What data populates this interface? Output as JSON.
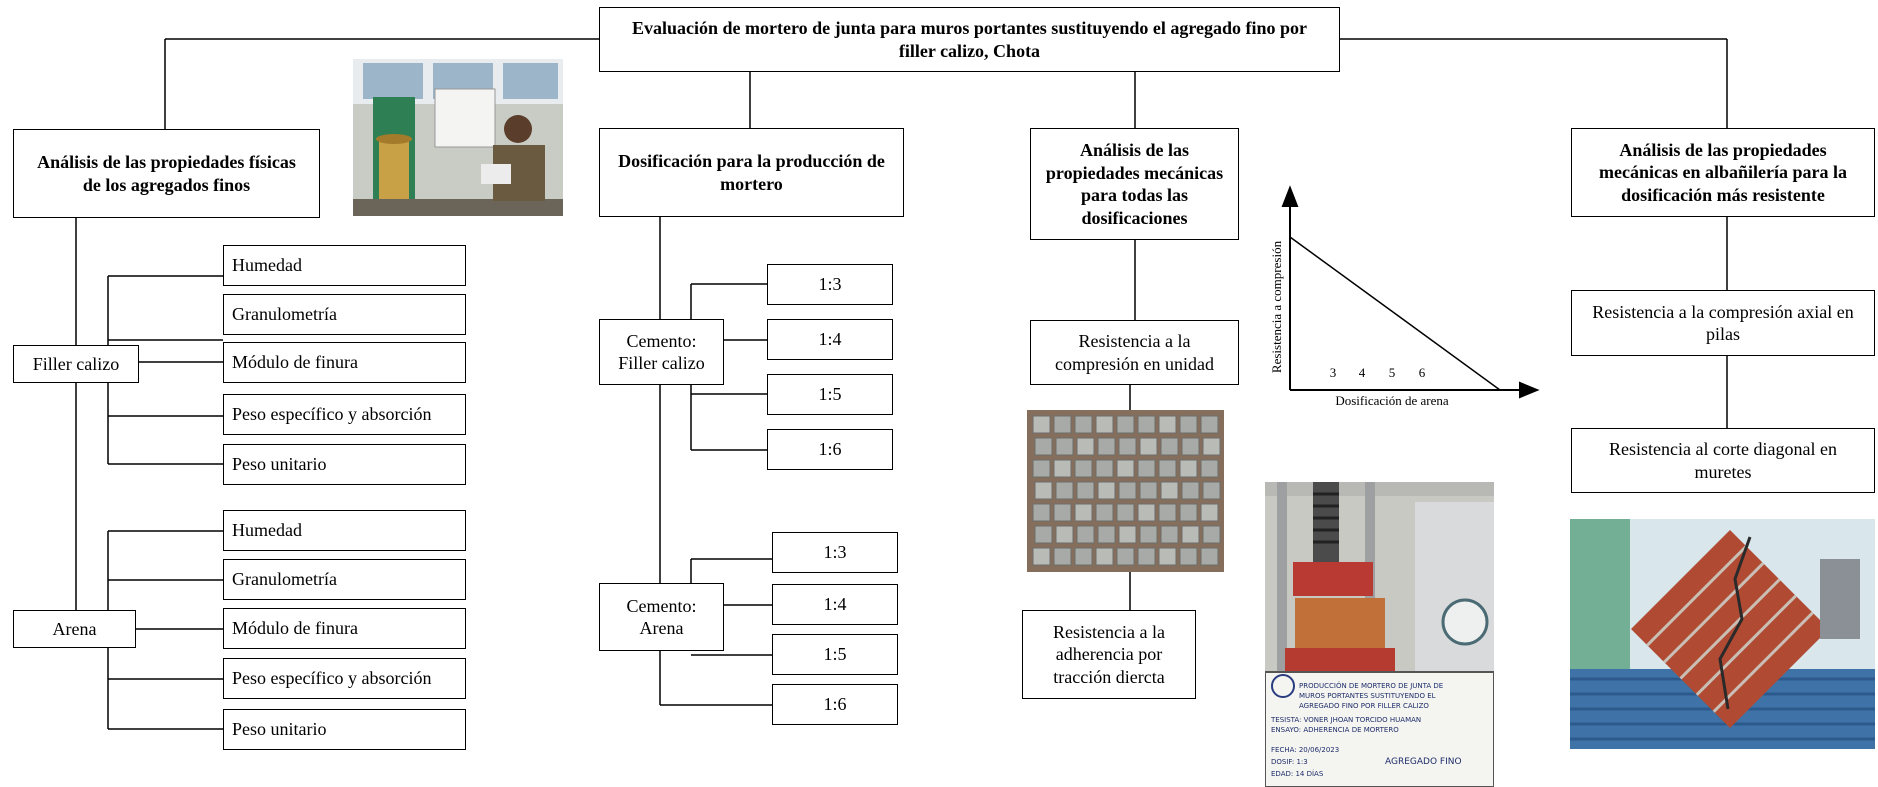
{
  "title": "Evaluación de mortero de junta para muros portantes sustituyendo el agregado fino por filler calizo, Chota",
  "branches": {
    "physical": {
      "heading": "Análisis de las propiedades físicas de los agregados finos",
      "filler": {
        "label": "Filler calizo",
        "props": [
          "Humedad",
          "Granulometría",
          "Módulo de finura",
          "Peso específico y absorción",
          "Peso unitario"
        ]
      },
      "arena": {
        "label": "Arena",
        "props": [
          "Humedad",
          "Granulometría",
          "Módulo de finura",
          "Peso específico y absorción",
          "Peso unitario"
        ]
      }
    },
    "dosage": {
      "heading": "Dosificación para la producción de mortero",
      "filler": {
        "label": "Cemento: Filler calizo",
        "ratios": [
          "1:3",
          "1:4",
          "1:5",
          "1:6"
        ]
      },
      "arena": {
        "label": "Cemento: Arena",
        "ratios": [
          "1:3",
          "1:4",
          "1:5",
          "1:6"
        ]
      }
    },
    "mechanical_all": {
      "heading": "Análisis de las propiedades mecánicas para todas las dosificaciones",
      "unit_strength": "Resistencia a la compresión en unidad",
      "adhesion": "Resistencia a la adherencia por tracción diercta"
    },
    "mechanical_best": {
      "heading": "Análisis de las propiedades mecánicas en albañilería para la dosificación más resistente",
      "axial": "Resistencia a la compresión axial en pilas",
      "shear": "Resistencia al corte diagonal en muretes"
    }
  },
  "chart_data": {
    "type": "line",
    "title": "",
    "xlabel": "Dosificación de arena",
    "ylabel": "Resistencia a compresión",
    "x_ticks": [
      "3",
      "4",
      "5",
      "6"
    ],
    "series": [
      {
        "values": [],
        "trend": "decreasing"
      }
    ]
  },
  "whiteboard": {
    "lines": [
      "PRODUCCIÓN DE MORTERO DE JUNTA DE",
      "MUROS PORTANTES SUSTITUYENDO EL",
      "AGREGADO FINO POR FILLER CALIZO",
      "TESISTA: VONER JHOAN TORCIDO HUAMAN",
      "ENSAYO: ADHERENCIA DE MORTERO",
      "FECHA: 20/06/2023",
      "DOSIF: 1:3",
      "EDAD: 14 DÍAS"
    ],
    "tag": "AGREGADO FINO"
  },
  "colors": {
    "line": "#000000",
    "box_bg": "#ffffff"
  }
}
